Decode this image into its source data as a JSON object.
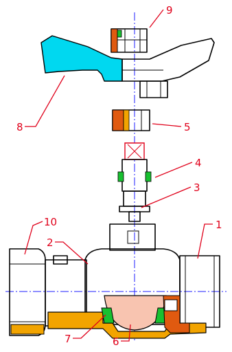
{
  "callouts": [
    {
      "number": "1",
      "part": "body-end-threaded"
    },
    {
      "number": "2",
      "part": "valve-body"
    },
    {
      "number": "3",
      "part": "stem"
    },
    {
      "number": "4",
      "part": "stem-o-ring"
    },
    {
      "number": "5",
      "part": "packing-nut"
    },
    {
      "number": "6",
      "part": "ball"
    },
    {
      "number": "7",
      "part": "ball-seat"
    },
    {
      "number": "8",
      "part": "butterfly-handle"
    },
    {
      "number": "9",
      "part": "handle-nut"
    },
    {
      "number": "10",
      "part": "union-nut"
    }
  ],
  "colors": {
    "leader_text": "#e0001a",
    "centerline": "#2020ff",
    "handle_section": "#00d8f0",
    "brass_section": "#f2a400",
    "seal_orange": "#e05a10",
    "ball_pink": "#f8c4b0",
    "o_ring_green": "#18c030",
    "stem_red": "#e0001a",
    "outline": "#000000"
  }
}
